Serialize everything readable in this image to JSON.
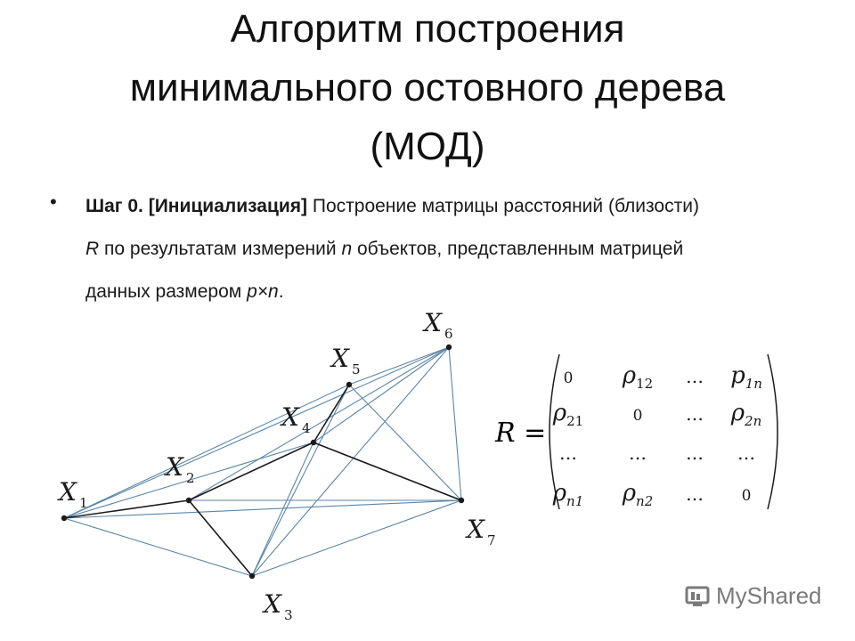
{
  "title": {
    "line1": "Алгоритм построения",
    "line2": "минимального остовного дерева",
    "line3": "(МОД)"
  },
  "step": {
    "bullet": "•",
    "bold_label": "Шаг 0. [Инициализация]",
    "text1": " Построение матрицы расстояний (близости)",
    "R": "R",
    "text2": " по результатам измерений ",
    "n1": "n",
    "text3": " объектов, представленным матрицей",
    "text4": "данных размером ",
    "pxn": "p×n",
    "period": "."
  },
  "graph": {
    "nodes": [
      {
        "id": "X1",
        "letter": "X",
        "sub": "1"
      },
      {
        "id": "X2",
        "letter": "X",
        "sub": "2"
      },
      {
        "id": "X3",
        "letter": "X",
        "sub": "3"
      },
      {
        "id": "X4",
        "letter": "X",
        "sub": "4"
      },
      {
        "id": "X5",
        "letter": "X",
        "sub": "5"
      },
      {
        "id": "X6",
        "letter": "X",
        "sub": "6"
      },
      {
        "id": "X7",
        "letter": "X",
        "sub": "7"
      }
    ],
    "tree_edges": [
      [
        "X1",
        "X2"
      ],
      [
        "X2",
        "X3"
      ],
      [
        "X2",
        "X4"
      ],
      [
        "X4",
        "X5"
      ],
      [
        "X4",
        "X7"
      ]
    ],
    "other_edges": [
      [
        "X1",
        "X6"
      ],
      [
        "X1",
        "X5"
      ],
      [
        "X1",
        "X4"
      ],
      [
        "X1",
        "X3"
      ],
      [
        "X1",
        "X7"
      ],
      [
        "X2",
        "X6"
      ],
      [
        "X2",
        "X7"
      ],
      [
        "X3",
        "X6"
      ],
      [
        "X3",
        "X4"
      ],
      [
        "X3",
        "X5"
      ],
      [
        "X3",
        "X7"
      ],
      [
        "X5",
        "X6"
      ],
      [
        "X5",
        "X7"
      ],
      [
        "X6",
        "X7"
      ],
      [
        "X4",
        "X6"
      ]
    ],
    "colors": {
      "tree": "#1a1a1a",
      "other": "#5b86a8",
      "node": "#1a1a1a"
    }
  },
  "matrix": {
    "lhs": "R =",
    "rows": [
      [
        "0",
        "ρ12",
        "…",
        "p1n"
      ],
      [
        "ρ21",
        "0",
        "…",
        "ρ2n"
      ],
      [
        "…",
        "…",
        "…",
        "…"
      ],
      [
        "ρn1",
        "ρn2",
        "…",
        "0"
      ]
    ]
  },
  "watermark": {
    "text": "MyShared"
  }
}
